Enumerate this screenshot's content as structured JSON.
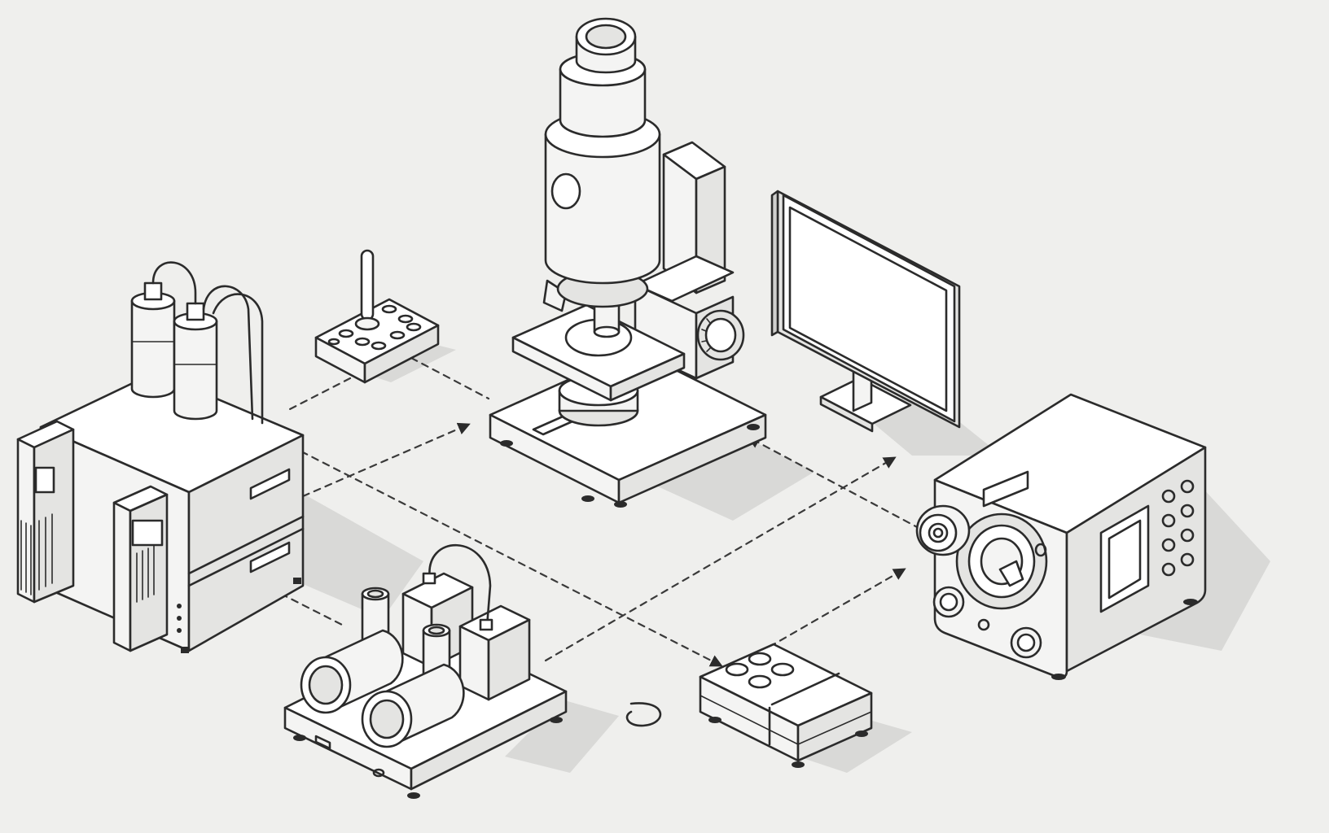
{
  "diagram": {
    "style": "isometric line-art illustration of connected laboratory instruments",
    "colors": {
      "background": "#efefed",
      "stroke": "#2b2b2b",
      "fill_light": "#ffffff",
      "fill_shadow": "#d9d9d7"
    },
    "nodes": [
      {
        "id": "analyzer",
        "icon": "lab-analyzer-icon"
      },
      {
        "id": "sample-rack",
        "icon": "sample-rack-icon"
      },
      {
        "id": "microscope",
        "icon": "microscope-icon"
      },
      {
        "id": "monitor",
        "icon": "monitor-icon"
      },
      {
        "id": "camera",
        "icon": "camera-unit-icon"
      },
      {
        "id": "pump-assembly",
        "icon": "pump-assembly-icon"
      },
      {
        "id": "controller",
        "icon": "control-pad-icon"
      }
    ],
    "connections": [
      {
        "from": "sample-rack",
        "to": "analyzer",
        "style": "dashed",
        "arrow": false
      },
      {
        "from": "sample-rack",
        "to": "microscope",
        "style": "dashed",
        "arrow": false
      },
      {
        "from": "analyzer",
        "to": "microscope",
        "style": "dashed",
        "arrow": true
      },
      {
        "from": "analyzer",
        "to": "controller",
        "style": "dashed",
        "arrow": true
      },
      {
        "from": "analyzer",
        "to": "pump-assembly",
        "style": "dashed",
        "arrow": false
      },
      {
        "from": "camera",
        "to": "microscope",
        "style": "dashed",
        "arrow": true
      },
      {
        "from": "pump-assembly",
        "to": "monitor",
        "style": "dashed",
        "arrow": true
      },
      {
        "from": "controller",
        "to": "camera",
        "style": "dashed",
        "arrow": true
      }
    ]
  }
}
